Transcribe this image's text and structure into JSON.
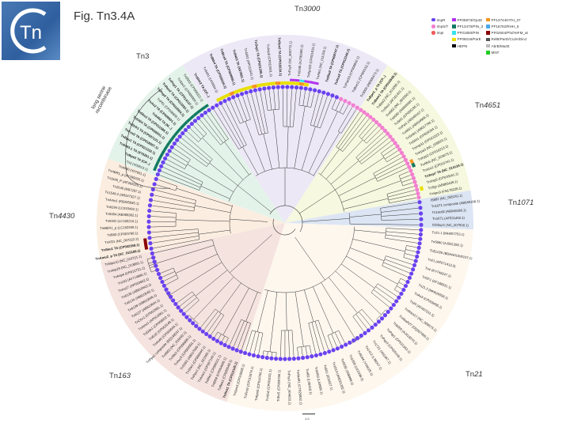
{
  "logo": {
    "text": "Tn"
  },
  "title": "Fig. Tn3.4A",
  "legend": [
    {
      "label": "ImpR",
      "color": "#6a42f0",
      "shape": "dot"
    },
    {
      "label": "PF05973/Gp49",
      "color": "#b030f0",
      "shape": "square"
    },
    {
      "label": "PF13744/HTH_37",
      "color": "#f7941d",
      "shape": "square"
    },
    {
      "label": "ImpS/T",
      "color": "#f27fd0",
      "shape": "dot"
    },
    {
      "label": "PF13470/PIN_3",
      "color": "#127a62",
      "shape": "square"
    },
    {
      "label": "PF16762/RHH_6",
      "color": "#4aa8f0",
      "shape": "square"
    },
    {
      "label": "ImpI",
      "color": "#f05a5a",
      "shape": "dot"
    },
    {
      "label": "PF01850/PIN",
      "color": "#35e3f0",
      "shape": "square"
    },
    {
      "label": "PF02604/PhdYeFM_at",
      "color": "#8b0000",
      "shape": "square"
    },
    {
      "label": "",
      "color": "",
      "shape": "none"
    },
    {
      "label": "PF05016/ParE",
      "color": "#e8e000",
      "shape": "square"
    },
    {
      "label": "RelB/ParD/CcdA/DinJ",
      "color": "#555555",
      "shape": "square"
    },
    {
      "label": "",
      "color": "",
      "shape": "none"
    },
    {
      "label": "HEPN",
      "color": "#000000",
      "shape": "square"
    },
    {
      "label": "AbrB/MazE",
      "color": "#bbbbbb",
      "shape": "square"
    },
    {
      "label": "",
      "color": "",
      "shape": "none"
    },
    {
      "label": "",
      "color": "",
      "shape": "none"
    },
    {
      "label": "MNT",
      "color": "#22cc22",
      "shape": "square"
    }
  ],
  "clades": [
    {
      "name": "Tn3000",
      "prefix": "Tn",
      "italic": "3000",
      "color": "#ede8f6",
      "leaves": [
        "TnShfr2 TA (CP...)",
        "Tn5401 (U03554.1)",
        "TnBth4 TA (CP009334.1)",
        "TnBce9 TA (CP009990.1)",
        "Tn5403 TA (X67861.1)",
        "Tn4652 (AP011540.1)",
        "TnSsp1 TA (CP021336.1)",
        "TnAsp8 (CP011501.1)",
        "TnPpu2 TA (CP016634.1)",
        "TnPsy6 (NC_005773.1)",
        "Tn5046 (AJ786365.1)",
        "TnKpn23 (CP031815.1)",
        "TnAfe1 (NC_011206.1)",
        "TnSha2 TA (CP008747.1)",
        "TnXca2 TA (CP012146.1)",
        "TnPae53 (CP006832.1)",
        "TnBce11 (CP000152.1)",
        "Tn3000 (AB000473.1)"
      ]
    },
    {
      "name": "Tn4651",
      "prefix": "Tn",
      "italic": "4651",
      "color": "#f6f8df",
      "leaves": [
        "TnBpe1_p TA (CP...)",
        "TnBam1 TA (CP010548.1)",
        "TnBpa2 (NC_013285.1)",
        "TnSku1 (AF161451.1)",
        "Tn4652 (NC_003350.1)",
        "Tn6060 (AM999981.1)",
        "TnSel1 (CP005190.1)",
        "TnPat1 (AB240167.1)",
        "Tn4651 (AB434906.1)",
        "TnSmb1 (AB017796.1)",
        "Tn5041 (CP020204.1)",
        "TnAsp11 (CP021223.1)",
        "TnVpa3 (NC_008823.1)",
        "TnKpp2 (CP019213.1)",
        "TnAfe5 (NC_023073.1)",
        "TnXca1 (CP015741.1)",
        "TnSsp7 TA (NC_014134.1)",
        "TnXsp5 (CP016041.1)",
        "TnSgr (AB883439.1)",
        "TnSpo3 (FN178226.1)"
      ]
    },
    {
      "name": "Tn1071",
      "prefix": "Tn",
      "italic": "1071",
      "color": "#dce5f3",
      "leaves": [
        "IS682 (NC_005241.1)",
        "Tn1071 composite (AB049198.1)",
        "Tn1ecd2 (AB049198.1)",
        "Tn1071 (AF031462.1)",
        "ISSbup1 (NC_007509.1)"
      ]
    },
    {
      "name": "Tn21",
      "prefix": "Tn",
      "italic": "21",
      "color": "#fdf7ee",
      "leaves": [
        "Tn21.1 (MH257753.1)",
        "Tn5060 (AJ551280.1)",
        "TnEc026 (BDHH01000107.1)",
        "Tn21 (AF071413.3)",
        "Tn4 (KY749247.1)",
        "TnSF1 (AF188331.1)",
        "Tn21.2 (MH626558.1)",
        "TnAs3 (CP009455.1)",
        "Tn20 (AF457211.1)",
        "TnShes17 (NC_009573.1)",
        "TnAbaR27 (DQ057986.1)",
        "Tn6005 (AJ419370.1)",
        "TnPap1 (CP021363.1)",
        "TnPap3 (CP025149.1)",
        "Tn1721 (X61367.1)",
        "Tn1412 (L36547.1)",
        "Tn5044 (Y09025.1)",
        "Tn1696 (U12338.3)",
        "Tn5036 (X98999.1)",
        "Tn1013 (AM261282.1)",
        "Tn501 (Z00027.1)",
        "Tn5053 (L40585.1)",
        "Tn402 (L06418.1)",
        "TnAbaR1 (CT025832.1)",
        "TnPsy1 (NC_004633.1)",
        "TnEcl1 (CP009756.1)",
        "TnXfa2 (CP001011.1)",
        "TnKpn5 (CP014756.1)",
        "TnPmi2 (CP012674.1)",
        "TnSen3 (CP016838.1)"
      ]
    },
    {
      "name": "Tn163",
      "prefix": "Tn",
      "italic": "163",
      "color": "#f5e3df",
      "leaves": [
        "TnXca1 TA (CP012145.1)",
        "TnBpa1 (CP000549.1)",
        "TnBth8 (CP004095.1)",
        "TnRfe2 (CP000111.1)",
        "TnAmu1 (CP007140.1)",
        "TnPpu1 (NC_021505.1)",
        "TnShe1 (CP000444.1)",
        "Tn5563 (AB017000.1)",
        "TnAxy3 (CP009391.1)",
        "TnXfa3 (CP006696.1)",
        "Tn4662 (NC_019292.1)",
        "TnPpa1 composite (DQ149247.1)",
        "TnAs40 (CP000644.1)",
        "TnEcl2 (CP003149.1)",
        "TnDde1 (CP009022.1)",
        "TnAmu1 (AP012061.1)",
        "TnChv1 (CP002981.1)",
        "Tn6127 (AB810644.1)",
        "Tn6139 (AB810646.1)",
        "Tn6134 (AB810645.1)",
        "Tn6136 (AB810643.1)",
        "TnAs17 (AP010842.1)",
        "Tn163 (AY714880.1)",
        "TnAsp4 (CP012751.1)",
        "TnAsp29 (NC_013855.1)",
        "TnMpu10 (NC_010721.1)"
      ]
    },
    {
      "name": "Tn4430",
      "prefix": "Tn",
      "italic": "4430",
      "color": "#fbede0",
      "leaves": [
        "TnAmu2_p TA (NC_015188.1)",
        "TnSku1 TA (CP002358.1)",
        "TnXO1 (NC_007322.2)",
        "TnBlt3 (CP003766.1)",
        "TnMER1_p (LC152260.1)",
        "Tn5332 (LC185216.1)",
        "Tn5084 (AB066362.1)",
        "Tn6294 (LC015492.1)",
        "TnAmo1 (KB205935.1)",
        "Tn1546.2 (AB247327.1)",
        "Tn1546 (M97297.1)",
        "Tn1546_P (AF392025.1)",
        "TnABR1_p (AY785025.1)",
        "Tn4430 (X07651.1)"
      ]
    },
    {
      "name": "Tn3",
      "prefix": "Tn",
      "italic": "",
      "color": "#e4f3ea",
      "leaves": [
        "Tn3 (V00613.1)",
        "TnBpe2 TA (CP...)",
        "Tn5403.1 TA (X70201.1)",
        "TnBpu1 TA (CP021332.1)",
        "TnFne2 TA (CP018007.1)",
        "TnShfr1 TA (CP007131.1)",
        "Tn5404 TA (CP009551.1)",
        "TnSku3 TA (CP011586.1)",
        "Tn5402 TA (M...)",
        "TnAs2 TA (CP008601.1)",
        "TnPfl1 (CP008896.1)",
        "TnPsp2 TA (CP010554.1)",
        "TnRas2 TA (CP013265.1)",
        "TnPsp1 TA (CP014137.1)",
        "TnSpu1 (CP000009.1)",
        "Tn5503 (CP009322.1)"
      ]
    }
  ],
  "annotation": "long serine recombinase",
  "scale_bar": "1.0"
}
